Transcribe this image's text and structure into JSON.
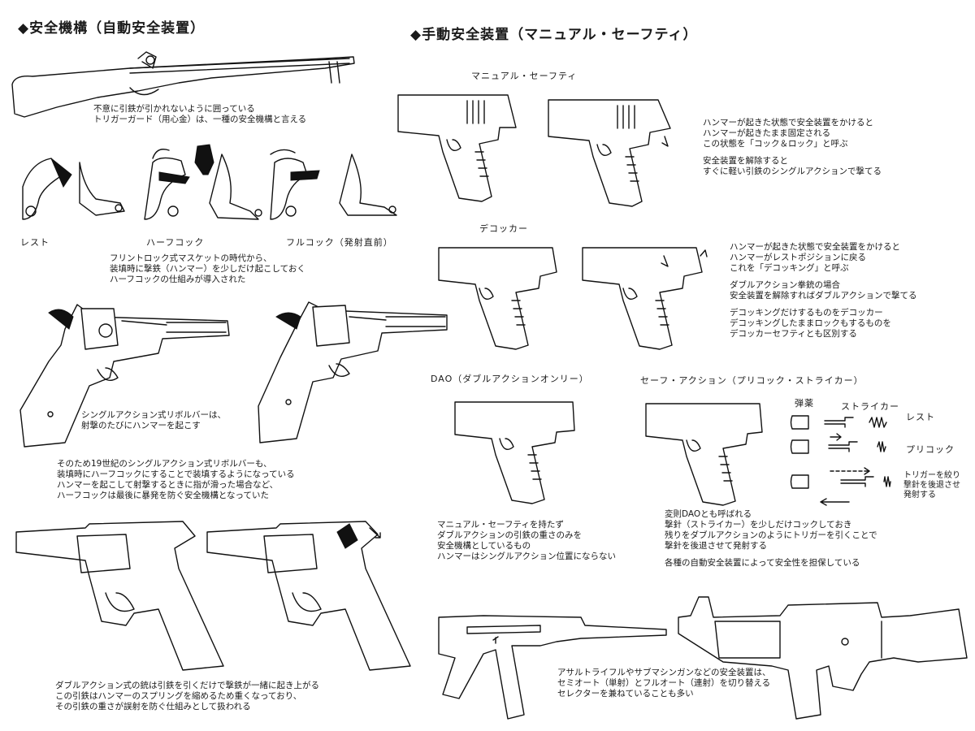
{
  "left_title": "◆安全機構（自動安全装置）",
  "right_title": "◆手動安全装置（マニュアル・セーフティ）",
  "musket_note": [
    "不意に引鉄が引かれないように囲っている",
    "トリガーガード（用心金）は、一種の安全機構と言える"
  ],
  "flintlock_labels": [
    "レスト",
    "ハーフコック",
    "フルコック（発射直前）"
  ],
  "flintlock_note": [
    "フリントロック式マスケットの時代から、",
    "装填時に撃鉄（ハンマー）を少しだけ起こしておく",
    "ハーフコックの仕組みが導入された"
  ],
  "revolver_note1": [
    "シングルアクション式リボルバーは、",
    "射撃のたびにハンマーを起こす"
  ],
  "revolver_note2": [
    "そのため19世紀のシングルアクション式リボルバーも、",
    "装填時にハーフコックにすることで装填するようになっている",
    "ハンマーを起こして射撃するときに指が滑った場合など、",
    "ハーフコックは最後に暴発を防ぐ安全機構となっていた"
  ],
  "da_note": [
    "ダブルアクション式の銃は引鉄を引くだけで撃鉄が一緒に起き上がる",
    "この引鉄はハンマーのスプリングを縮めるため重くなっており、",
    "その引鉄の重さが誤射を防ぐ仕組みとして扱われる"
  ],
  "manual_safety": {
    "label": "マニュアル・セーフティ",
    "note": [
      "ハンマーが起きた状態で安全装置をかけると",
      "ハンマーが起きたまま固定される",
      "この状態を「コック＆ロック」と呼ぶ",
      "",
      "安全装置を解除すると",
      "すぐに軽い引鉄のシングルアクションで撃てる"
    ]
  },
  "decocker": {
    "label": "デコッカー",
    "note": [
      "ハンマーが起きた状態で安全装置をかけると",
      "ハンマーがレストポジションに戻る",
      "これを「デコッキング」と呼ぶ",
      "",
      "ダブルアクション拳銃の場合",
      "安全装置を解除すればダブルアクションで撃てる",
      "",
      "デコッキングだけするものをデコッカー",
      "デコッキングしたままロックもするものを",
      "デコッカーセフティとも区別する"
    ]
  },
  "dao": {
    "label": "DAO（ダブルアクションオンリー）",
    "note": [
      "マニュアル・セーフティを持たず",
      "ダブルアクションの引鉄の重さのみを",
      "安全機構としているもの",
      "ハンマーはシングルアクション位置にならない"
    ]
  },
  "safe_action": {
    "label": "セーフ・アクション（プリコック・ストライカー）",
    "parts": {
      "cartridge": "弾薬",
      "striker": "ストライカー"
    },
    "states": [
      "レスト",
      "プリコック"
    ],
    "trigger_note": [
      "トリガーを絞り",
      "撃針を後退させ",
      "発射する"
    ],
    "note": [
      "変則DAOとも呼ばれる",
      "撃針（ストライカー）を少しだけコックしておき",
      "残りをダブルアクションのようにトリガーを引くことで",
      "撃針を後退させて発射する",
      "",
      "各種の自動安全装置によって安全性を担保している"
    ]
  },
  "rifle_note": [
    "アサルトライフルやサブマシンガンなどの安全装置は、",
    "セミオート（単射）とフルオート（連射）を切り替える",
    "セレクターを兼ねていることも多い"
  ]
}
